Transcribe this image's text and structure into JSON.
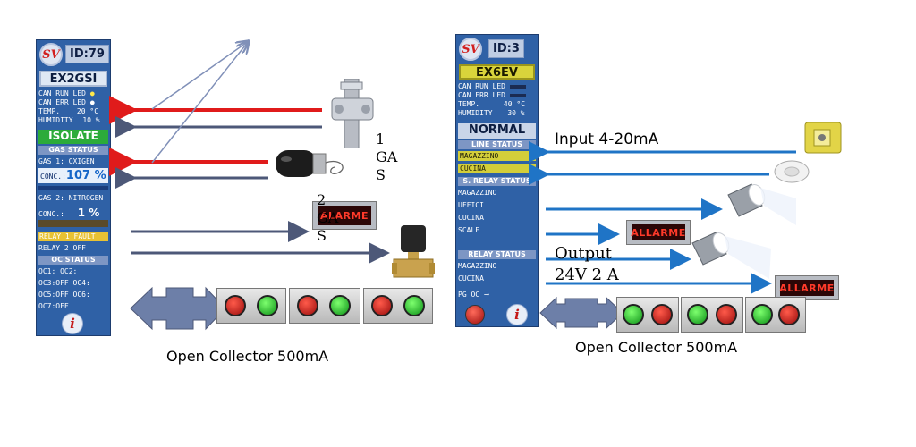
{
  "left_panel": {
    "id": "ID:79",
    "model": "EX2GSI",
    "rows": [
      {
        "label": "CAN RUN LED",
        "value": "●"
      },
      {
        "label": "CAN ERR LED",
        "value": "●"
      },
      {
        "label": "TEMP.",
        "value": "20 °C"
      },
      {
        "label": "HUMIDITY",
        "value": "10 %"
      }
    ],
    "state": "ISOLATE",
    "gas_status_header": "GAS STATUS",
    "gas1_name": "GAS 1: OXIGEN",
    "gas1_conc_label": "CONC.:",
    "gas1_conc_value": "107 %",
    "gas2_name": "GAS 2: NITROGEN",
    "gas2_conc_label": "CONC.:",
    "gas2_conc_value": "1 %",
    "relay1": "RELAY 1 FAULT",
    "relay2": "RELAY 2 OFF",
    "oc_status_header": "OC STATUS",
    "oc_rows": [
      "OC1:      OC2:",
      "OC3:OFF OC4:",
      "OC5:OFF OC6:",
      "OC7:OFF"
    ],
    "info_icon": "i"
  },
  "right_panel": {
    "id": "ID:3",
    "model": "EX6EV",
    "rows": [
      {
        "label": "CAN RUN LED",
        "value": ""
      },
      {
        "label": "CAN ERR LED",
        "value": ""
      },
      {
        "label": "TEMP.",
        "value": "40 °C"
      },
      {
        "label": "HUMIDITY",
        "value": "30 %"
      }
    ],
    "state": "NORMAL",
    "line_status_header": "LINE STATUS",
    "line_items": [
      "MAGAZZINO",
      "CUCINA"
    ],
    "relay_status_header": "S. RELAY STATUS",
    "relay_items": [
      "MAGAZZINO",
      "UFFICI",
      "CUCINA",
      "SCALE"
    ],
    "relay_status2_header": "RELAY STATUS",
    "relay2_items": [
      "MAGAZZINO",
      "CUCINA"
    ],
    "pg_oc": "PG OC",
    "info_icon": "i"
  },
  "labels": {
    "gas1": [
      "1",
      "GA",
      "S"
    ],
    "gas2": [
      "2",
      "GA",
      "S"
    ],
    "input": "Input 4-20mA",
    "output": [
      "Output",
      "24V 2 A"
    ],
    "open_collector_left": "Open Collector 500mA",
    "open_collector_right": "Open Collector 500mA",
    "alarm_text": "ALLARME",
    "alarm_overlap": "ALARME"
  },
  "colors": {
    "panel": "#2f61a6",
    "red_arrow": "#e01b1b",
    "slate_arrow": "#4d5878",
    "blue_arrow": "#1f74c6",
    "connector": "#6d7fa8"
  }
}
